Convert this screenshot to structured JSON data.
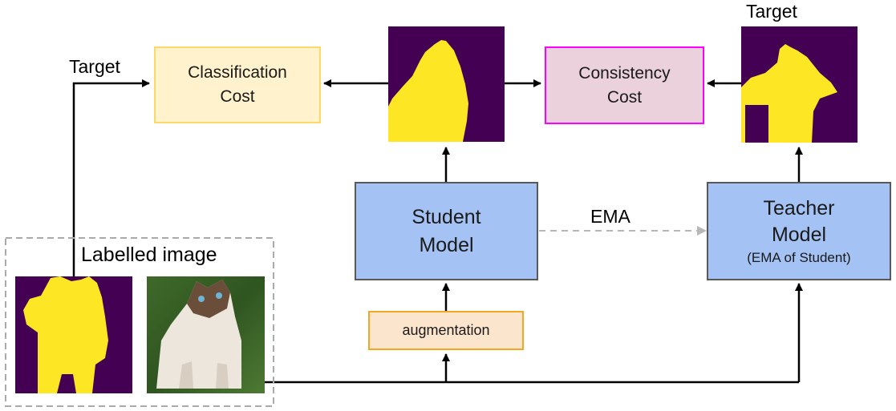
{
  "colors": {
    "mask_background": "#440154",
    "mask_foreground": "#fde725",
    "classification_fill": "#fff2cc",
    "classification_border": "#ffd966",
    "consistency_fill": "#ead1dc",
    "consistency_border": "#ff00ff",
    "model_fill": "#a4c2f4",
    "model_border": "#595959",
    "augmentation_fill": "#fce5cd",
    "augmentation_border": "#f6a623",
    "ema_arrow": "#b7b7b7"
  },
  "labels": {
    "target_left": "Target",
    "target_right": "Target",
    "ema": "EMA",
    "labelled_image": "Labelled image"
  },
  "boxes": {
    "classification_line1": "Classification",
    "classification_line2": "Cost",
    "consistency_line1": "Consistency",
    "consistency_line2": "Cost",
    "student_line1": "Student",
    "student_line2": "Model",
    "teacher_line1": "Teacher",
    "teacher_line2": "Model",
    "teacher_sub": "(EMA of Student)",
    "augmentation": "augmentation"
  },
  "icons": {
    "student_prediction": "segmentation-mask-icon",
    "teacher_prediction": "segmentation-mask-icon",
    "ground_truth_mask": "segmentation-mask-icon",
    "input_photo": "cat-photo-icon"
  }
}
